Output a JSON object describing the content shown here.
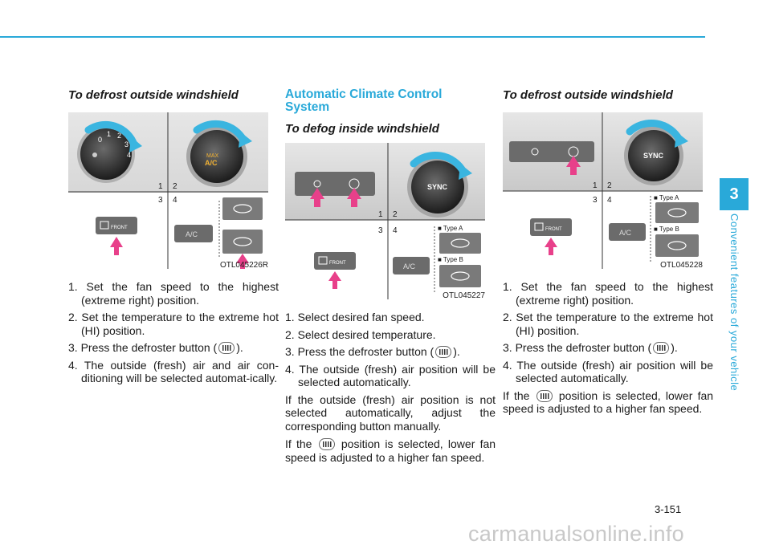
{
  "col1": {
    "heading": "To defrost outside windshield",
    "figure": {
      "caption": "OTL045226R",
      "nums": [
        "1",
        "2",
        "3",
        "4"
      ],
      "dial_numbers": [
        "0",
        "1",
        "2",
        "3",
        "4"
      ],
      "max_label": "MAX",
      "ac_label": "A/C",
      "front_label": "FRONT",
      "ac_button_label": "A/C"
    },
    "steps": [
      "1. Set the fan speed to the highest (extreme right) position.",
      "2. Set the temperature to the extreme hot (HI) position.",
      [
        "3. Press the defroster button (",
        ")."
      ],
      "4. The outside (fresh) air and air con-ditioning will be selected automat-ically."
    ]
  },
  "col2": {
    "section_title": "Automatic Climate Control System",
    "heading": "To defog inside windshield",
    "figure": {
      "caption": "OTL045227",
      "nums": [
        "1",
        "2",
        "3",
        "4"
      ],
      "sync_label": "SYNC",
      "type_a": "■ Type A",
      "type_b": "■ Type B",
      "front_label": "FRONT",
      "ac_button_label": "A/C"
    },
    "steps": [
      "1. Select desired fan speed.",
      "2. Select desired temperature.",
      [
        "3. Press the defroster button (",
        ")."
      ],
      "4. The outside (fresh) air position will be selected automatically."
    ],
    "para1": "If the outside (fresh) air position is not selected automatically, adjust the corresponding button manually.",
    "para2": [
      "If the",
      "position is selected, lower fan speed is adjusted to a higher fan speed."
    ]
  },
  "col3": {
    "heading": "To defrost outside windshield",
    "figure": {
      "caption": "OTL045228",
      "nums": [
        "1",
        "2",
        "3",
        "4"
      ],
      "sync_label": "SYNC",
      "type_a": "■ Type A",
      "type_b": "■ Type B",
      "front_label": "FRONT",
      "ac_button_label": "A/C"
    },
    "steps": [
      "1. Set the fan speed to the highest (extreme right) position.",
      "2. Set the temperature to the extreme hot (HI) position.",
      [
        "3. Press the defroster button (",
        ")."
      ],
      "4. The outside (fresh) air position will be selected automatically."
    ],
    "para2": [
      "If the",
      "position is selected, lower fan speed is adjusted to a higher fan speed."
    ]
  },
  "sidebar": {
    "chapter_number": "3",
    "chapter_title": "Convenient features of your vehicle"
  },
  "page_number": "3-151",
  "watermark": "carmanualsonline.info",
  "colors": {
    "accent": "#29a9d9",
    "arrow": "#e8408a",
    "panel": "#d9d9d9"
  },
  "icons": [
    "defroster-icon",
    "fan-icon",
    "recirculation-icon",
    "fresh-air-icon",
    "curved-arrow-icon",
    "pointer-arrow-icon"
  ]
}
